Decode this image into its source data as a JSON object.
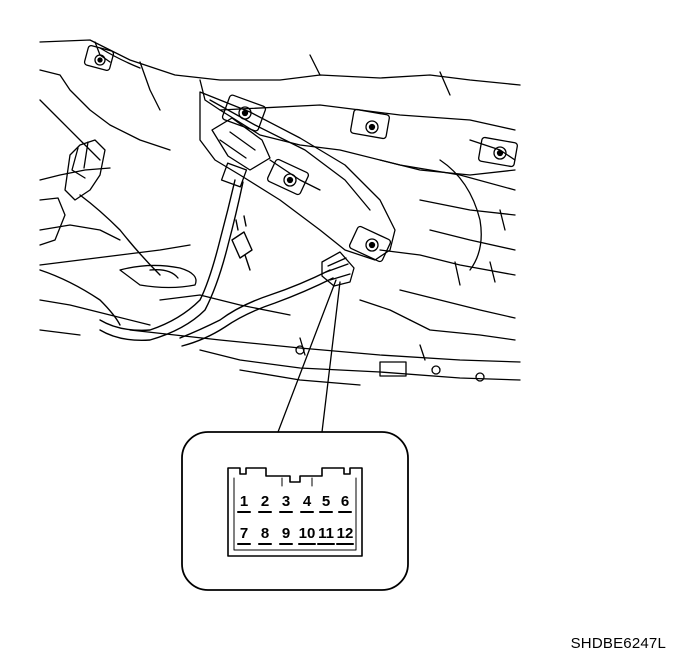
{
  "connector": {
    "pins_row1": [
      "1",
      "2",
      "3",
      "4",
      "5",
      "6"
    ],
    "pins_row2": [
      "7",
      "8",
      "9",
      "10",
      "11",
      "12"
    ]
  },
  "figure_code": "SHDBE6247L"
}
